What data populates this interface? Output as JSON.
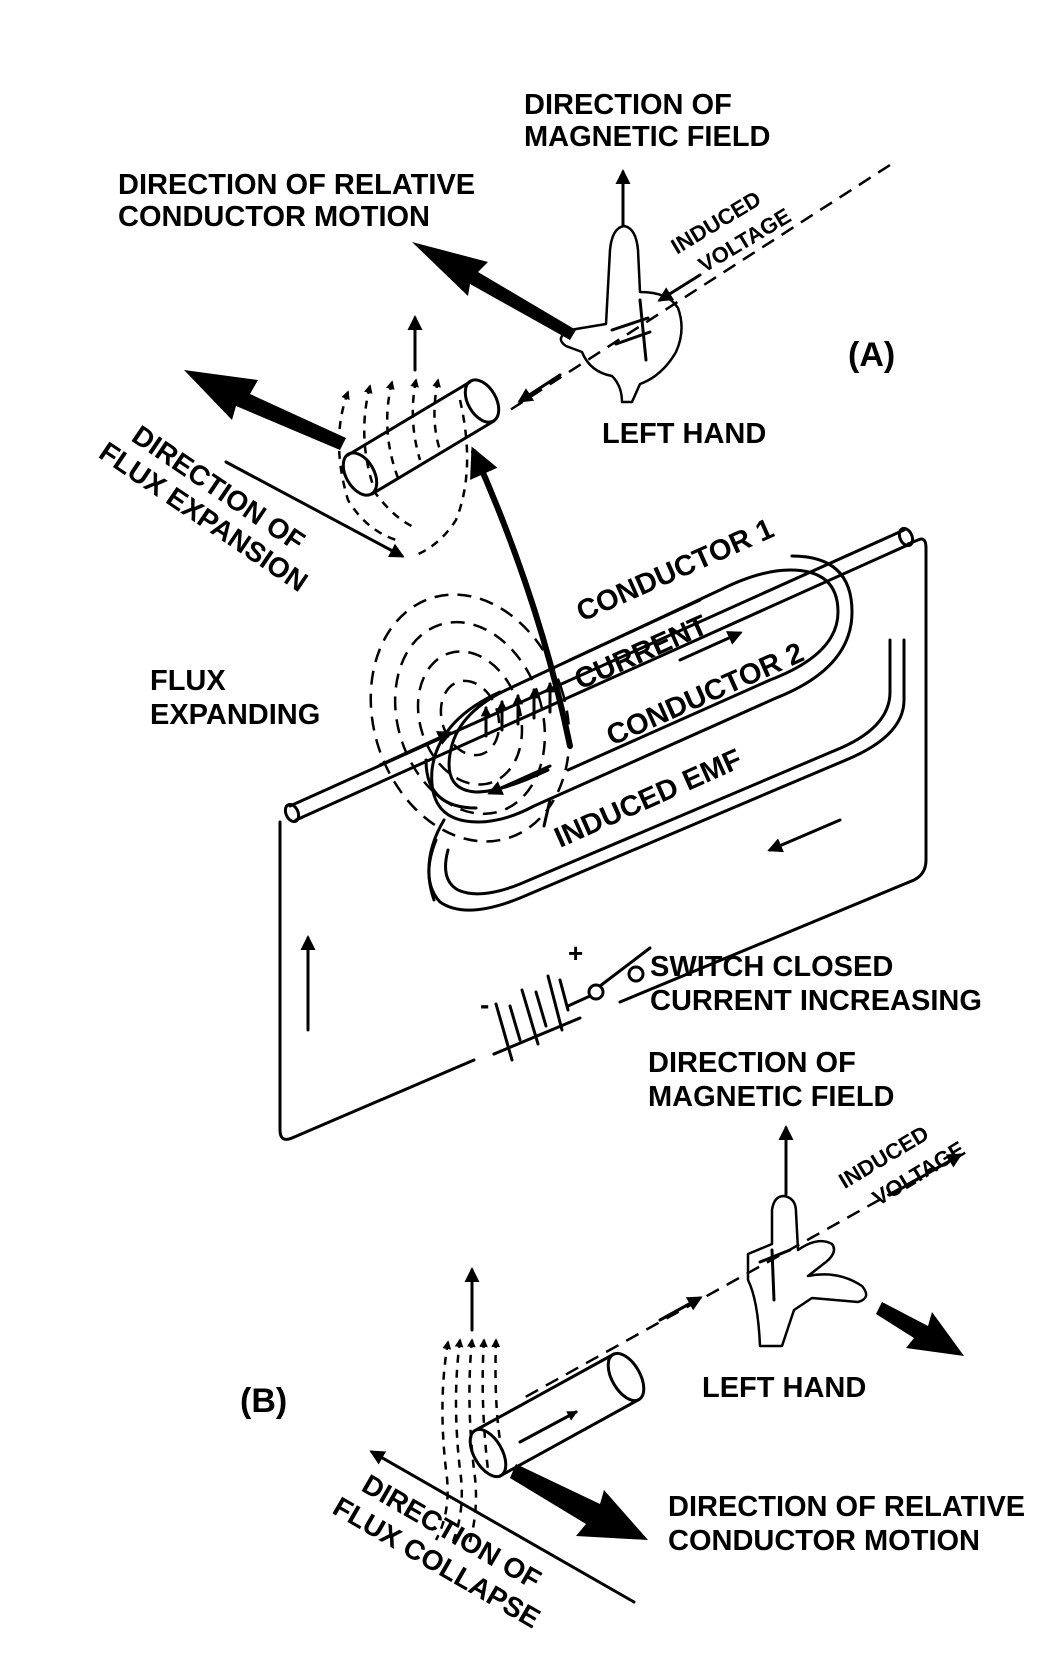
{
  "panel_a": {
    "marker": "(A)",
    "magnetic_field_label": [
      "DIRECTION OF",
      "MAGNETIC FIELD"
    ],
    "conductor_motion_label": [
      "DIRECTION OF RELATIVE",
      "CONDUCTOR MOTION"
    ],
    "induced_voltage_label": [
      "INDUCED",
      "VOLTAGE"
    ],
    "hand_label": "LEFT HAND",
    "flux_direction_label": [
      "DIRECTION OF",
      "FLUX EXPANSION"
    ]
  },
  "circuit": {
    "conductor_1_label": "CONDUCTOR 1",
    "current_label": "CURRENT",
    "conductor_2_label": "CONDUCTOR 2",
    "flux_label": [
      "FLUX",
      "EXPANDING"
    ],
    "induced_emf_label": "INDUCED EMF",
    "battery_minus": "-",
    "battery_plus": "+",
    "switch_label": [
      "SWITCH CLOSED",
      "CURRENT INCREASING"
    ]
  },
  "panel_b": {
    "marker": "(B)",
    "magnetic_field_label": [
      "DIRECTION OF",
      "MAGNETIC FIELD"
    ],
    "induced_voltage_label": [
      "INDUCED",
      "VOLTAGE"
    ],
    "hand_label": "LEFT HAND",
    "conductor_motion_label": [
      "DIRECTION OF RELATIVE",
      "CONDUCTOR MOTION"
    ],
    "flux_direction_label": [
      "DIRECTION OF",
      "FLUX COLLAPSE"
    ]
  }
}
